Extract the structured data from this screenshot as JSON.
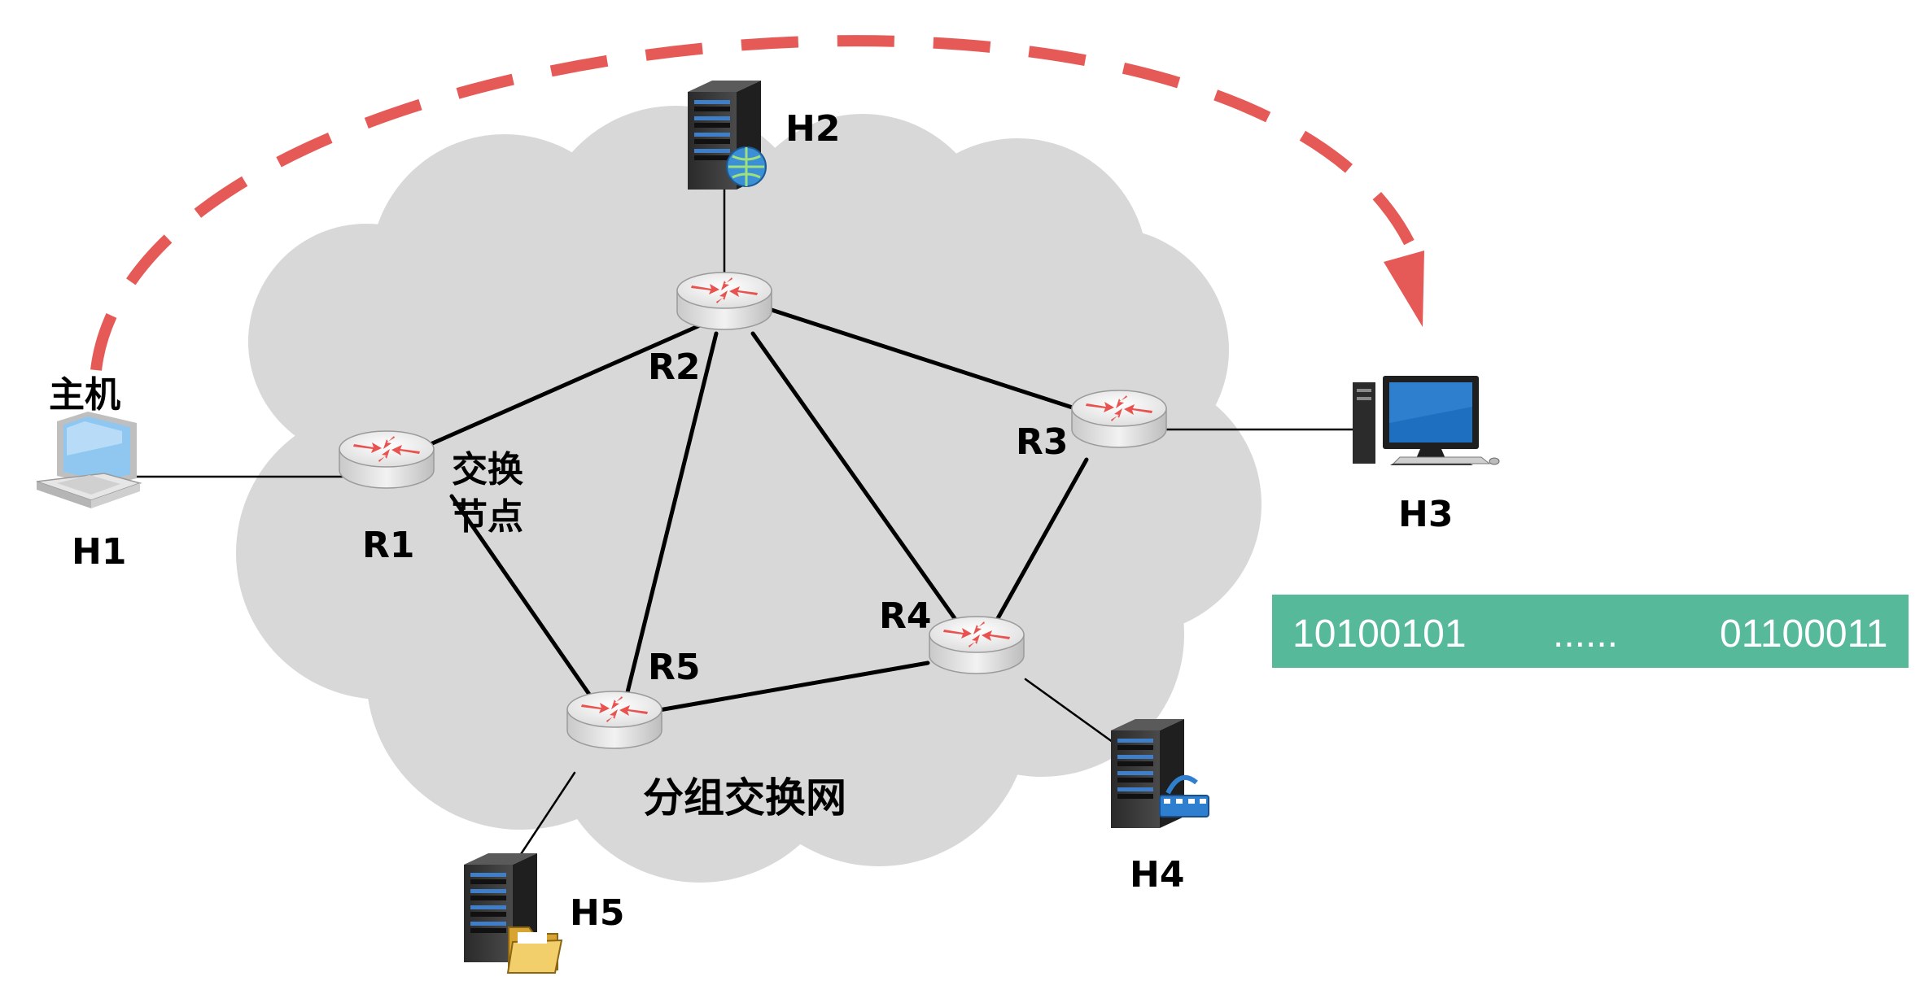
{
  "labels": {
    "host_caption": "主机",
    "switch_node_line1": "交换",
    "switch_node_line2": "节点",
    "network": "分组交换网"
  },
  "hosts": {
    "h1": "H1",
    "h2": "H2",
    "h3": "H3",
    "h4": "H4",
    "h5": "H5"
  },
  "routers": {
    "r1": "R1",
    "r2": "R2",
    "r3": "R3",
    "r4": "R4",
    "r5": "R5"
  },
  "bitstream": {
    "first": "10100101",
    "ellipsis": "......",
    "last": "01100011"
  },
  "colors": {
    "arrow": "#e55a57",
    "cloud": "#d8d8d8",
    "bitstream_bg": "#55b99a",
    "router_arrow": "#e8524f"
  }
}
